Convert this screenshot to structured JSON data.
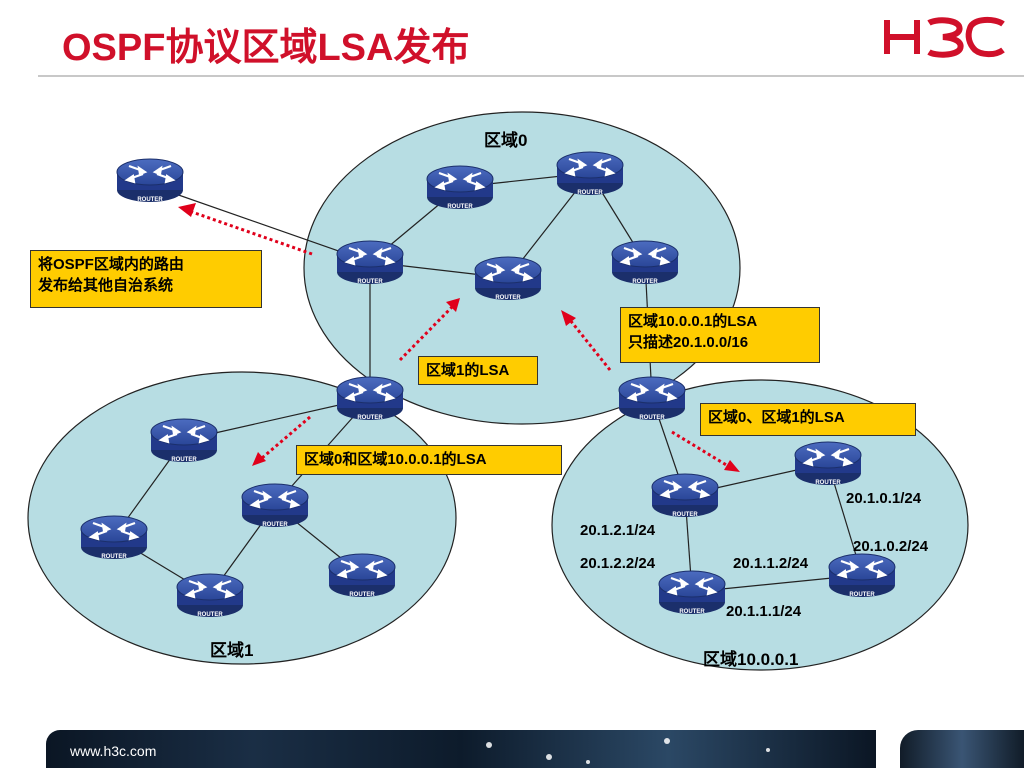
{
  "slide": {
    "title": "OSPF协议区域LSA发布",
    "logo_text": "H3C",
    "footer_url": "www.h3c.com"
  },
  "areas": {
    "area0": "区域0",
    "area1": "区域1",
    "area_stub": "区域10.0.0.1"
  },
  "router_label": "ROUTER",
  "callouts": {
    "external": [
      "将OSPF区域内的路由",
      "发布给其他自治系统"
    ],
    "area1_lsa": "区域1的LSA",
    "summary": [
      "区域10.0.0.1的LSA",
      "只描述20.1.0.0/16"
    ],
    "to_area1": "区域0和区域10.0.0.1的LSA",
    "to_stub": "区域0、区域1的LSA"
  },
  "subnets": {
    "s1": "20.1.0.1/24",
    "s2": "20.1.2.1/24",
    "s3": "20.1.2.2/24",
    "s4": "20.1.1.2/24",
    "s5": "20.1.0.2/24",
    "s6": "20.1.1.1/24"
  },
  "colors": {
    "title": "#d0102a",
    "area_fill": "#b7dde3",
    "router_body": "#24408e",
    "callout_fill": "#ffcc00",
    "arrow": "#e0001b"
  }
}
